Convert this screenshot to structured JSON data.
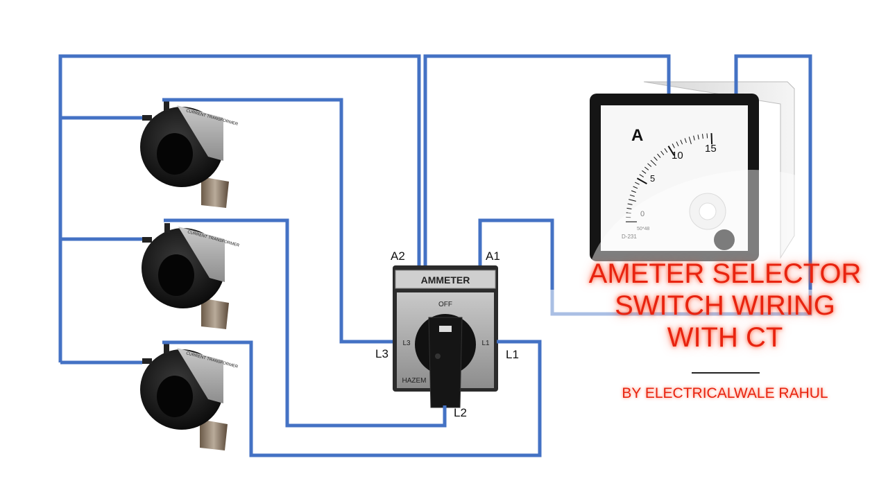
{
  "title": {
    "line1": "AMETER SELECTOR",
    "line2": "SWITCH WIRING",
    "line3": "WITH CT"
  },
  "byline": "BY ELECTRICALWALE RAHUL",
  "terminals": {
    "a1": "A1",
    "a2": "A2",
    "l1": "L1",
    "l2": "L2",
    "l3": "L3"
  },
  "switch": {
    "label": "AMMETER",
    "off_label": "OFF",
    "pos_l3": "L3",
    "pos_l1": "L1",
    "brand": "HAZEM"
  },
  "ct": {
    "label": "CURRENT TRANSFORMER"
  },
  "ammeter": {
    "unit": "A",
    "scale": [
      "0",
      "5",
      "10",
      "15"
    ],
    "fine_print": "50*48",
    "model": "D-231"
  },
  "colors": {
    "wire": "#4472c4",
    "title": "#e8230f"
  }
}
